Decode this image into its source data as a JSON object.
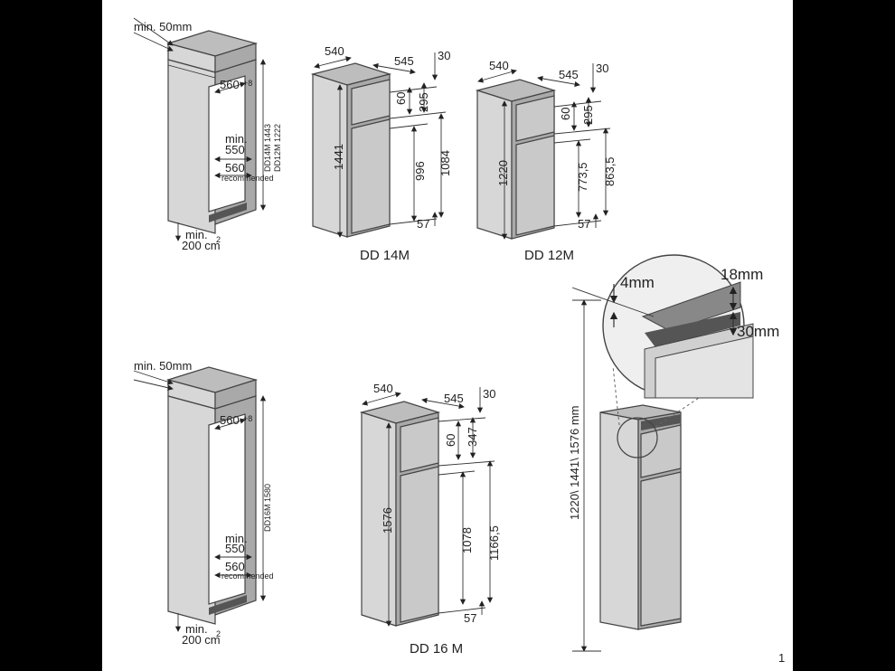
{
  "niche": {
    "min_gap": "min. 50mm",
    "width": "560",
    "tol": "+8",
    "min": "min.",
    "min_depth": "550",
    "rec_depth": "560",
    "recommended": "recommended",
    "vent_min": "min.",
    "vent_area": "200 cm",
    "vent_exp": "2",
    "height_a1": "DD14M 1443",
    "height_a2": "DD12M 1222",
    "height_b": "DD16M 1580"
  },
  "dd14m": {
    "label": "DD 14M",
    "w": "540",
    "d": "545",
    "gap": "30",
    "h": "1441",
    "top_gap": "60",
    "freezer_h": "295",
    "lower_h": "996",
    "upper_h": "1084",
    "foot": "57"
  },
  "dd12m": {
    "label": "DD 12M",
    "w": "540",
    "d": "545",
    "gap": "30",
    "h": "1220",
    "top_gap": "60",
    "freezer_h": "295",
    "lower_h": "773,5",
    "upper_h": "863,5",
    "foot": "57"
  },
  "dd16m": {
    "label": "DD 16 M",
    "w": "540",
    "d": "545",
    "gap": "30",
    "h": "1576",
    "top_gap": "60",
    "freezer_h": "347",
    "lower_h": "1078",
    "upper_h": "1166,5",
    "foot": "57"
  },
  "detail": {
    "top": "4mm",
    "thickness": "18mm",
    "bottom": "30mm",
    "heights": "1220\\ 1441\\ 1576 mm"
  },
  "page_number": "1"
}
